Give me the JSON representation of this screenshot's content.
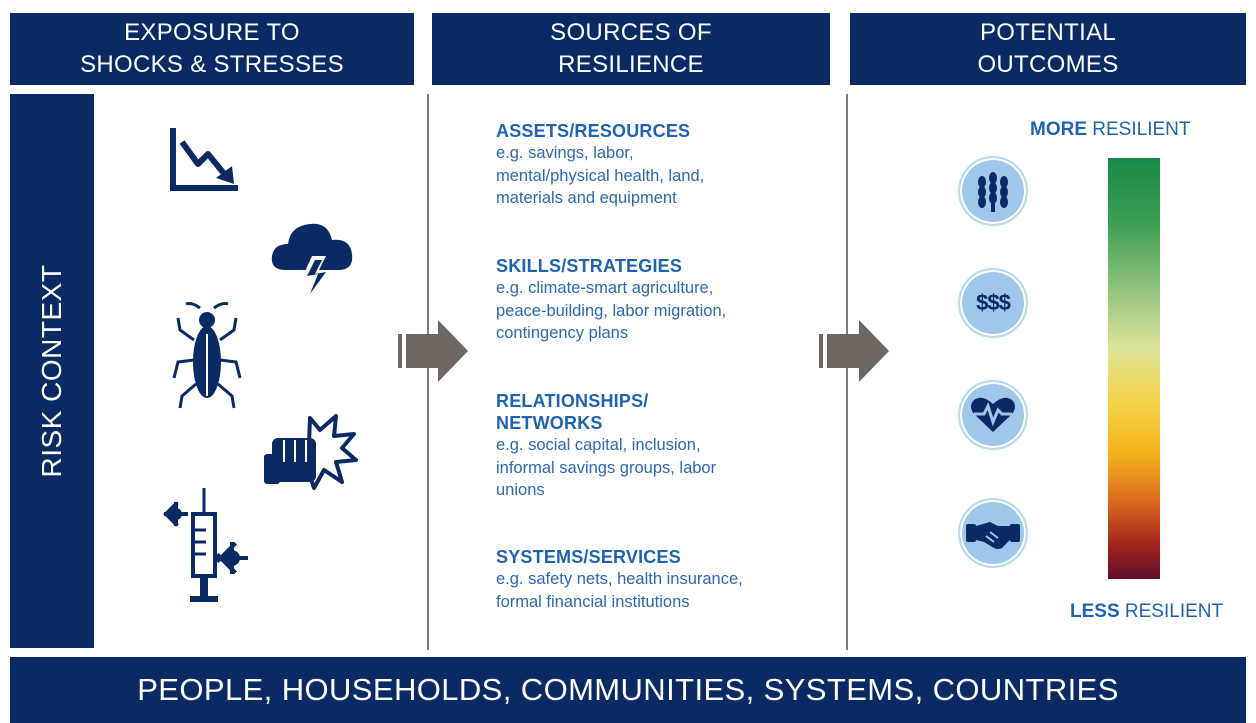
{
  "headers": {
    "exposure": [
      "EXPOSURE TO",
      "SHOCKS & STRESSES"
    ],
    "sources": [
      "SOURCES OF",
      "RESILIENCE"
    ],
    "outcomes": [
      "POTENTIAL",
      "OUTCOMES"
    ]
  },
  "side_label": "RISK CONTEXT",
  "footer": "PEOPLE, HOUSEHOLDS, COMMUNITIES, SYSTEMS, COUNTRIES",
  "sources": [
    {
      "title": "ASSETS/RESOURCES",
      "desc": [
        "e.g. savings, labor,",
        "mental/physical health, land,",
        "materials and equipment"
      ]
    },
    {
      "title": "SKILLS/STRATEGIES",
      "desc": [
        "e.g. climate-smart agriculture,",
        "peace-building, labor migration,",
        "contingency plans"
      ]
    },
    {
      "title_lines": [
        "RELATIONSHIPS/",
        "NETWORKS"
      ],
      "desc": [
        "e.g. social capital, inclusion,",
        "informal savings groups, labor",
        "unions"
      ]
    },
    {
      "title": "SYSTEMS/SERVICES",
      "desc": [
        "e.g. safety nets, health insurance,",
        "formal financial institutions"
      ]
    }
  ],
  "outcome_scale": {
    "top_bold": "MORE",
    "top_rest": " RESILIENT",
    "bottom_bold": "LESS",
    "bottom_rest": " RESILIENT"
  },
  "outcome_badges": {
    "money_label": "$$$"
  },
  "icons": {
    "shocks": [
      "declining-chart-icon",
      "storm-cloud-icon",
      "pest-insect-icon",
      "conflict-fist-icon",
      "syringe-virus-icon"
    ],
    "outcomes": [
      "crops-icon",
      "money-icon",
      "health-heart-icon",
      "handshake-icon"
    ]
  },
  "colors": {
    "navy": "#0b2a64",
    "blue_text": "#1f63b0",
    "arrow_gray": "#6d6661",
    "scale_top": "#178a48",
    "scale_bottom": "#5e0d2a"
  }
}
